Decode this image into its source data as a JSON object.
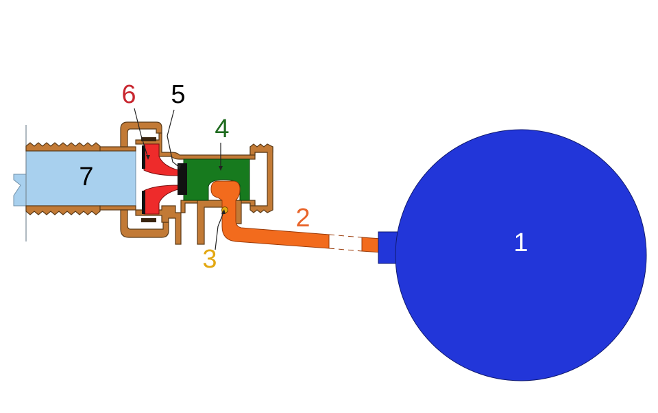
{
  "labels": {
    "float_ball": "1",
    "float_arm": "2",
    "pivot_pin": "3",
    "piston": "4",
    "seal_washer": "5",
    "valve_seat": "6",
    "inlet_pipe": "7"
  },
  "colors": {
    "float_ball": "#2236d9",
    "float_arm": "#f26b1d",
    "pivot_pin": "#e3a812",
    "piston": "#177a1e",
    "seal_washer": "#111111",
    "valve_seat": "#ee2b2b",
    "inlet_water": "#a8d0ee",
    "brass_body": "#c27a36",
    "label_float_ball": "#ffffff",
    "label_float_arm": "#e8642a",
    "label_pivot_pin": "#e3a812",
    "label_piston": "#1f6b1f",
    "label_seal_washer": "#000000",
    "label_valve_seat": "#c8262f",
    "label_inlet_pipe": "#000000"
  }
}
